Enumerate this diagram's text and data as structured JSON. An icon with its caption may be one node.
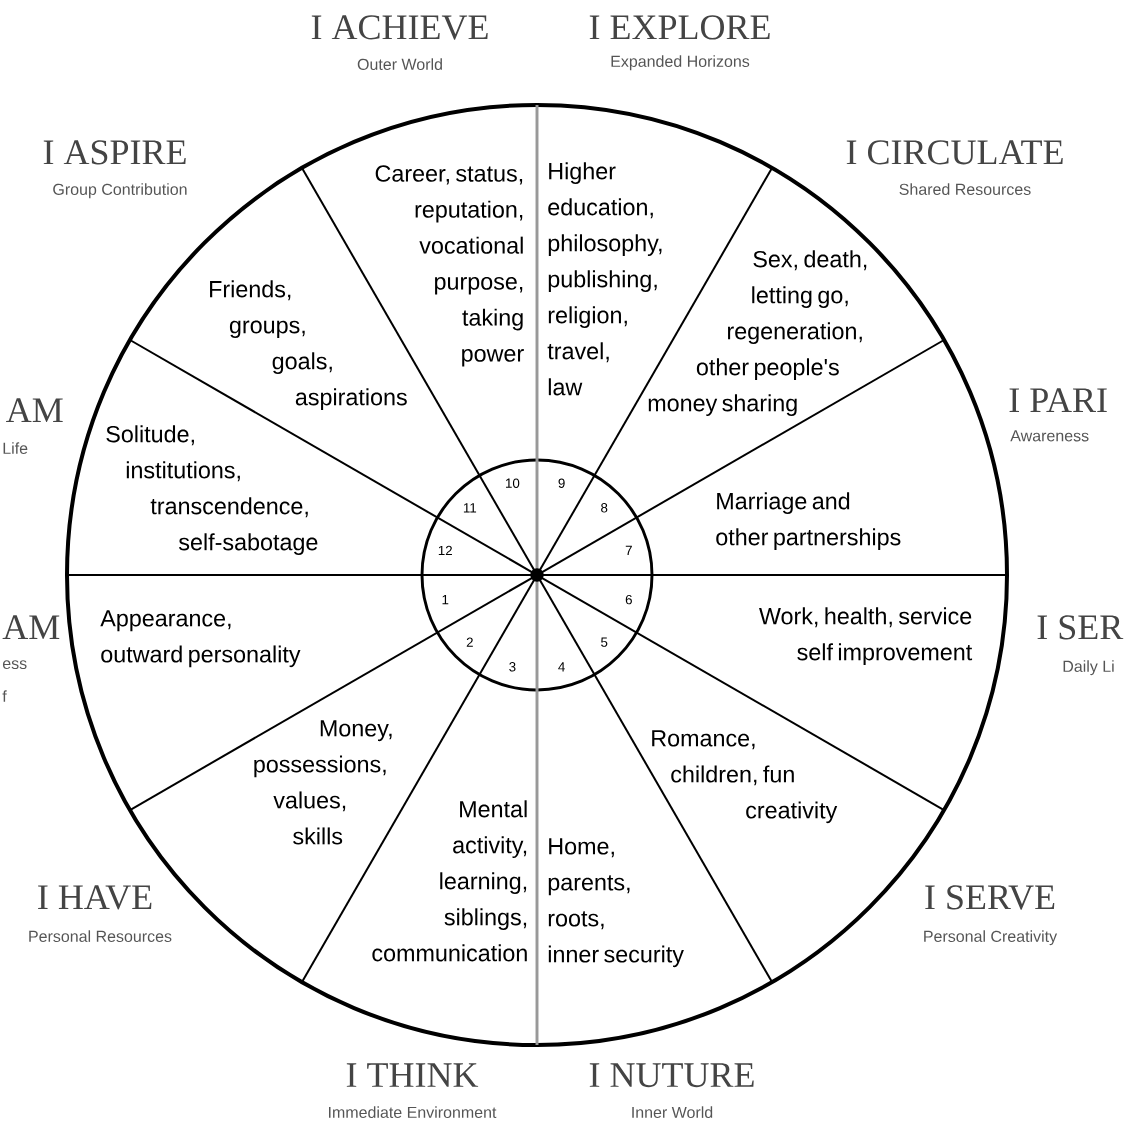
{
  "diagram": {
    "labels": [
      "I ACHIEVE",
      "Outer World",
      "I EXPLORE",
      "Expanded Horizons",
      "I ASPIRE",
      "Group Contribution",
      "I CIRCULATE",
      "Shared Resources",
      "Career, status, reputation, vocational purpose, taking power",
      "Higher education, philosophy, publishing, religion, travel, law",
      "Friends, groups, goals, aspirations",
      "Sex, death, letting go, regeneration, other people's money sharing",
      "AM",
      "Life",
      "I PARI",
      "Awareness",
      "Solitude, institutions, transcendence, self-sabotage",
      "Marriage and other partnerships",
      "AM",
      "ess",
      "f",
      "Appearance, outward personality",
      "Work, health, service self improvement",
      "I SER",
      "Daily Li",
      "Money, possessions, values, skills",
      "Romance, children, fun creativity",
      "Mental activity, learning, siblings, communication",
      "Home, parents, roots, inner security",
      "I HAVE",
      "Personal Resources",
      "I SERVE",
      "Personal Creativity",
      "I THINK",
      "Immediate Environment",
      "I NUTURE",
      "Inner World",
      "10",
      "9",
      "11",
      "8",
      "12",
      "7",
      "1",
      "6",
      "2",
      "5",
      "3",
      "4"
    ]
  }
}
